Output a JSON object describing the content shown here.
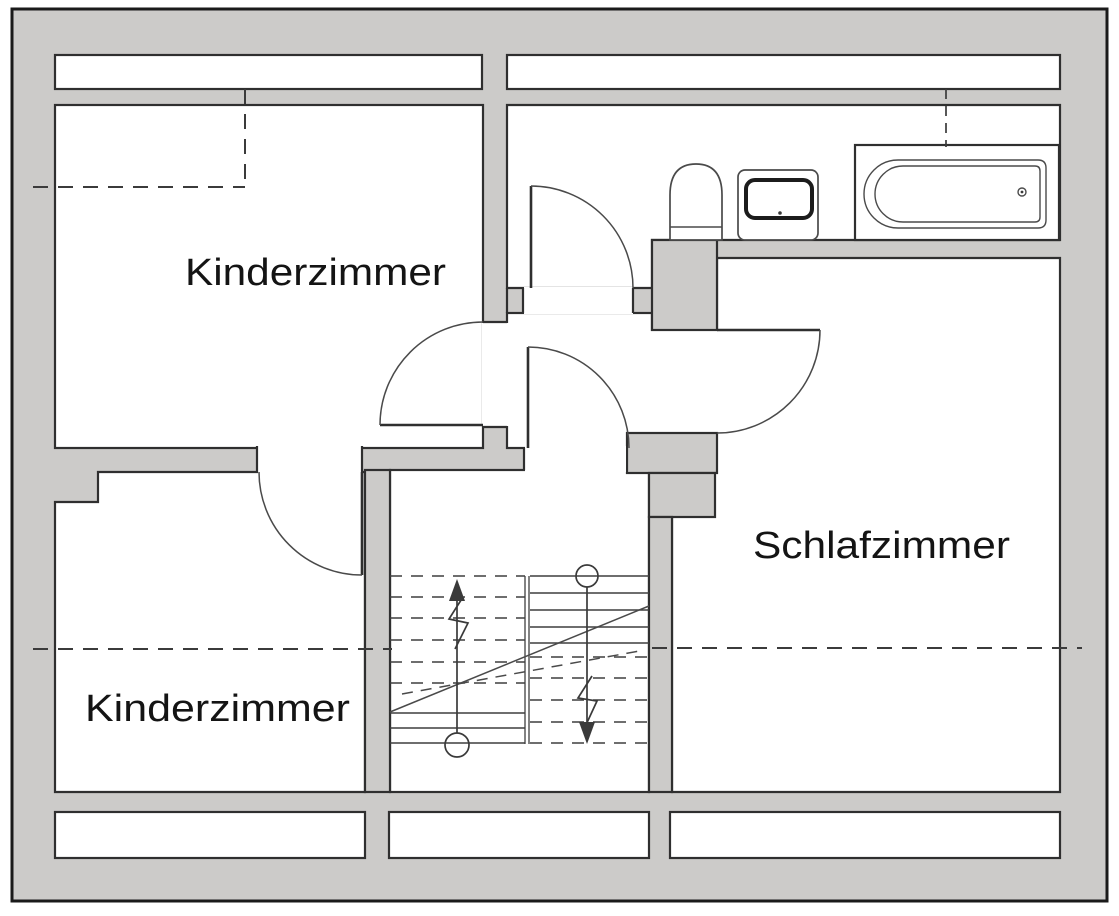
{
  "plan": {
    "type": "residential floor plan",
    "rooms": [
      {
        "id": "kinderzimmer-top",
        "label": "Kinderzimmer"
      },
      {
        "id": "schlafzimmer",
        "label": "Schlafzimmer"
      },
      {
        "id": "kinderzimmer-bottom",
        "label": "Kinderzimmer"
      }
    ],
    "fixtures": [
      {
        "icon": "toilet-icon"
      },
      {
        "icon": "sink-icon"
      },
      {
        "icon": "bathtub-icon"
      },
      {
        "icon": "staircase-icon"
      }
    ]
  },
  "colors": {
    "wall_fill": "#cccbc9",
    "line": "#2f2f2f",
    "frame": "#1a1a1a",
    "floor": "#ffffff",
    "text": "#141414"
  }
}
